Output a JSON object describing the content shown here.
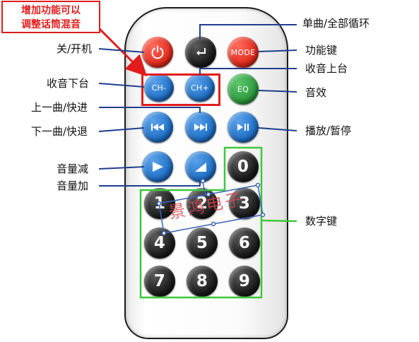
{
  "annotation": {
    "line1": "增加功能可以",
    "line2": "调整话筒混音"
  },
  "labels": {
    "power": "关/开机",
    "single_all_loop": "单曲/全部循环",
    "mode": "功能键",
    "ch_down": "收音下台",
    "ch_up": "收音上台",
    "eq": "音效",
    "prev": "上一曲/快进",
    "next": "下一曲/快退",
    "play_pause": "播放/暂停",
    "vol_down": "音量减",
    "vol_up": "音量加",
    "digits": "数字键"
  },
  "buttons": {
    "mode": "MODE",
    "ch_minus": "CH-",
    "ch_plus": "CH+",
    "eq": "EQ",
    "digits": [
      "0",
      "1",
      "2",
      "3",
      "4",
      "5",
      "6",
      "7",
      "8",
      "9"
    ]
  },
  "icons": {
    "power": "power-icon",
    "return": "return-arrow-icon",
    "prev": "skip-previous-icon",
    "next": "skip-next-icon",
    "play_pause": "play-pause-icon",
    "vol_down": "triangle-right-icon",
    "vol_up": "ramp-icon"
  },
  "watermark": "景鸿电子",
  "colors": {
    "accent_red": "#e21c1c",
    "button_blue": "#1f6fc6",
    "button_green": "#2c9a3e",
    "highlight_green": "#3cc83c"
  }
}
